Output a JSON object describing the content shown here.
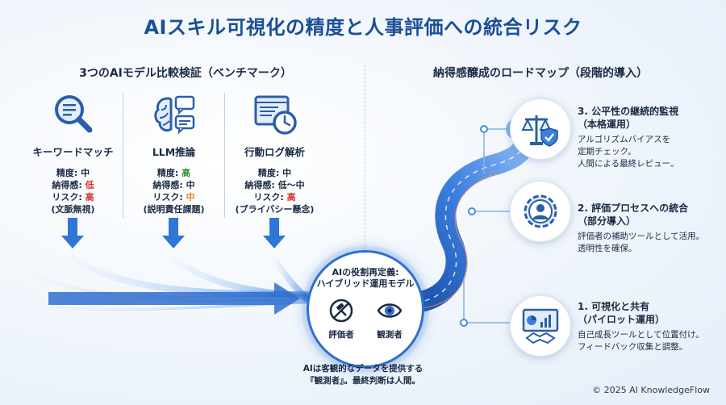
{
  "title": "AIスキル可視化の精度と人事評価への統合リスク",
  "left_section": {
    "title": "3つのAIモデル比較検証（ベンチマーク）",
    "models": [
      {
        "icon": "magnifier-icon",
        "name": "キーワードマッチ",
        "metrics": [
          {
            "label": "精度: ",
            "value": "中",
            "color": ""
          },
          {
            "label": "納得感: ",
            "value": "低",
            "color": "red"
          },
          {
            "label": "リスク: ",
            "value": "高",
            "color": "red"
          }
        ],
        "note": "(文脈無視)"
      },
      {
        "icon": "brain-chat-icon",
        "name": "LLM推論",
        "metrics": [
          {
            "label": "精度: ",
            "value": "高",
            "color": "green"
          },
          {
            "label": "納得感: ",
            "value": "中",
            "color": ""
          },
          {
            "label": "リスク: ",
            "value": "中",
            "color": "orange"
          }
        ],
        "note": "(説明責任課題)"
      },
      {
        "icon": "log-clock-icon",
        "name": "行動ログ解析",
        "metrics": [
          {
            "label": "精度: ",
            "value": "中",
            "color": ""
          },
          {
            "label": "納得感: ",
            "value": "低〜中",
            "color": ""
          },
          {
            "label": "リスク: ",
            "value": "高",
            "color": "red"
          }
        ],
        "note": "(プライバシー懸念)"
      }
    ]
  },
  "hub": {
    "title_line1": "AIの役割再定義:",
    "title_line2": "ハイブリッド運用モデル",
    "role_left": "評価者",
    "role_right": "観測者",
    "caption_line1": "AIは客観的なデータを提供する",
    "caption_line2": "『観測者』。最終判断は人間。"
  },
  "right_section": {
    "title": "納得感醸成のロードマップ（段階的導入）",
    "stages": [
      {
        "icon": "scales-shield-icon",
        "title1": "3. 公平性の継続的監視",
        "title2": "（本格運用）",
        "desc1": "アルゴリズムバイアスを",
        "desc2": "定期チェック。",
        "desc3": "人間による最終レビュー。"
      },
      {
        "icon": "gear-person-icon",
        "title1": "2. 評価プロセスへの統合",
        "title2": "（部分導入）",
        "desc1": "評価者の補助ツールとして活用。",
        "desc2": "透明性を確保。",
        "desc3": ""
      },
      {
        "icon": "dashboard-handshake-icon",
        "title1": "1. 可視化と共有",
        "title2": "（パイロット運用）",
        "desc1": "自己成長ツールとして位置付け。",
        "desc2": "フィードバック収集と調整。",
        "desc3": ""
      }
    ]
  },
  "copyright": "© 2025 AI KnowledgeFlow",
  "colors": {
    "accent": "#2f6fcf",
    "title": "#1a4f96",
    "green": "#2a9a3c",
    "red": "#d9342b",
    "orange": "#e0871b"
  }
}
